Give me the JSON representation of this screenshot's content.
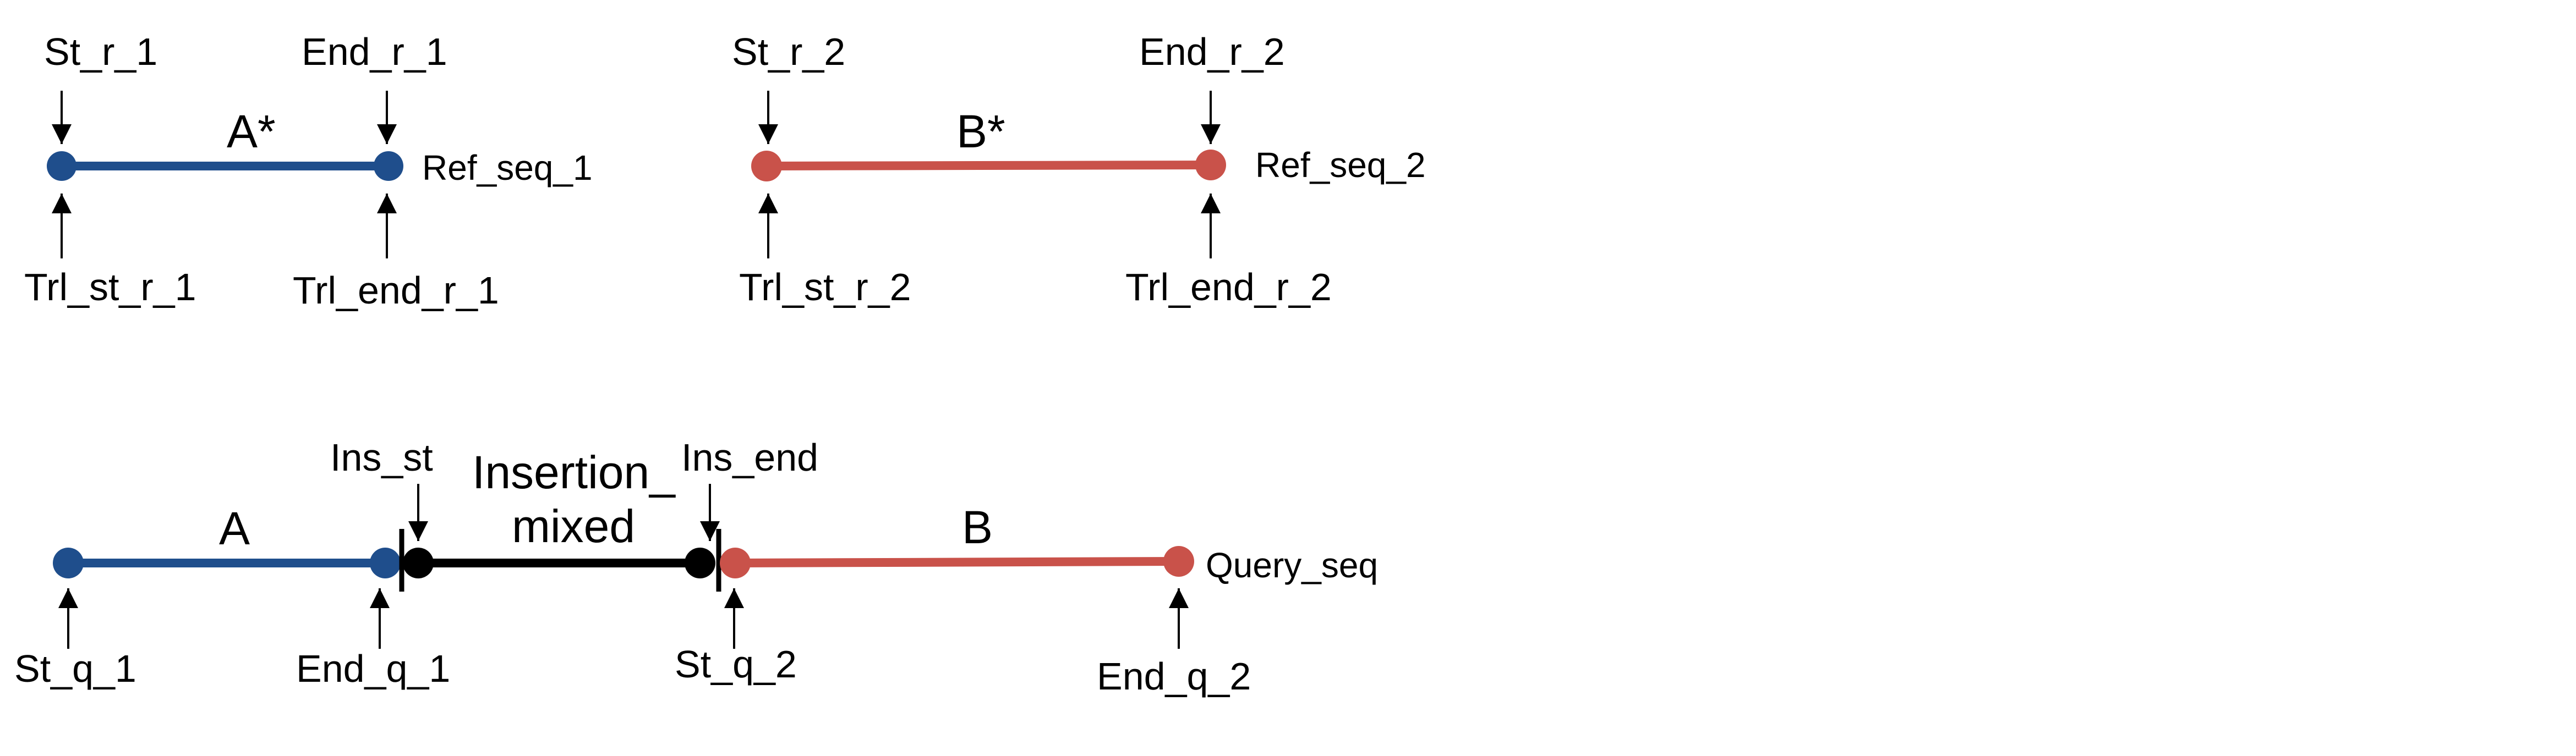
{
  "colors": {
    "reference_1": "#1f4e8c",
    "reference_2": "#c9524a",
    "insertion": "#000000",
    "arrow": "#000000"
  },
  "reference_1": {
    "sequence": "Ref_seq_1",
    "segment": "A*",
    "start_top": "St_r_1",
    "end_top": "End_r_1",
    "start_bottom": "Trl_st_r_1",
    "end_bottom": "Trl_end_r_1"
  },
  "reference_2": {
    "sequence": "Ref_seq_2",
    "segment": "B*",
    "start_top": "St_r_2",
    "end_top": "End_r_2",
    "start_bottom": "Trl_st_r_2",
    "end_bottom": "Trl_end_r_2"
  },
  "query": {
    "sequence": "Query_seq",
    "segment_a": "A",
    "segment_b": "B",
    "insertion_line1": "Insertion_",
    "insertion_line2": "mixed",
    "ins_start": "Ins_st",
    "ins_end": "Ins_end",
    "st_q_1": "St_q_1",
    "end_q_1": "End_q_1",
    "st_q_2": "St_q_2",
    "end_q_2": "End_q_2"
  }
}
